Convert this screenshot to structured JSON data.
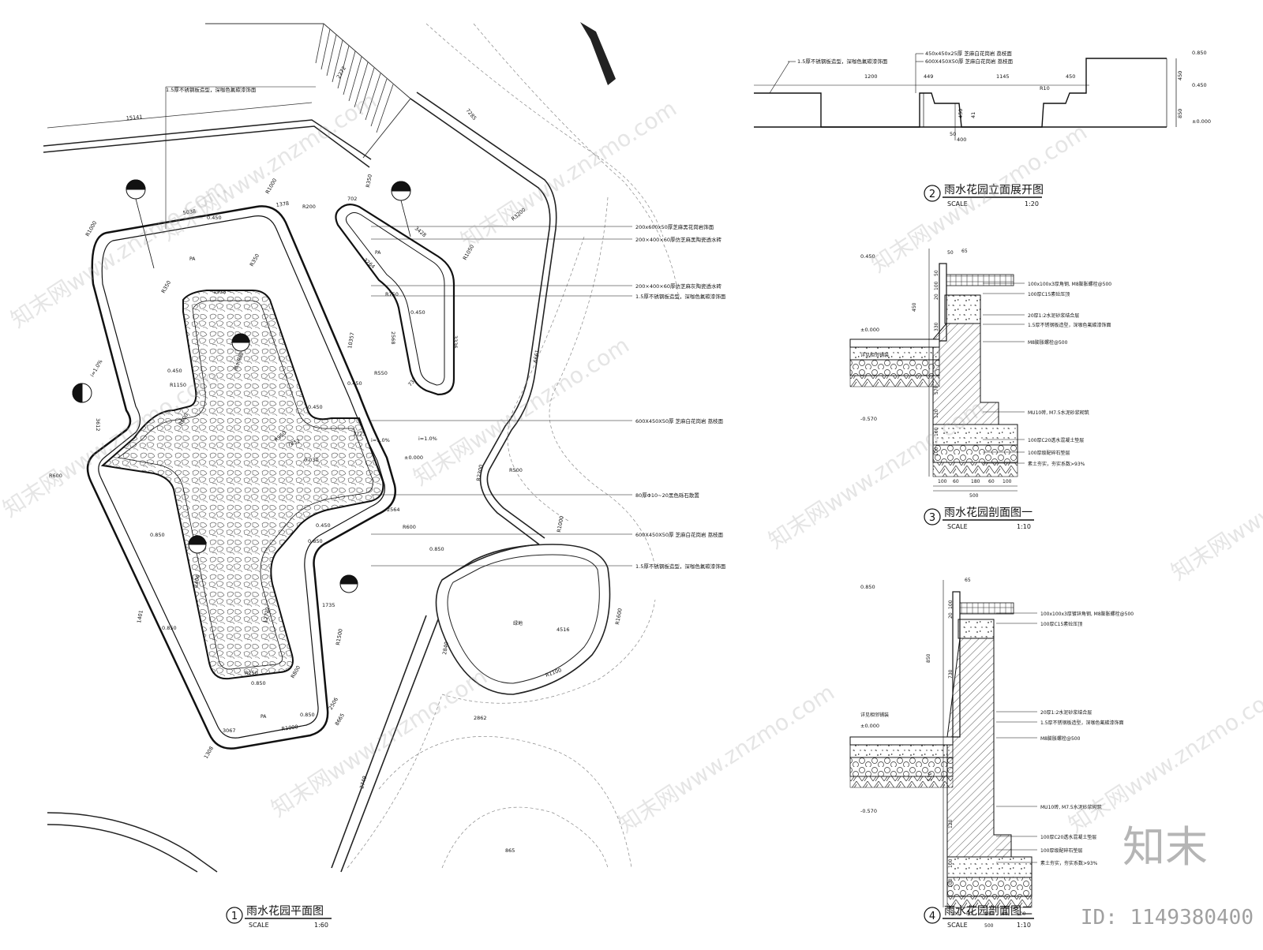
{
  "plan": {
    "title": "雨水花园平面图",
    "number": "1",
    "scale_label": "SCALE",
    "scale": "1:60",
    "notes": [
      "1.5厚不锈钢板造型，深咖色氟碳漆饰面",
      "200x600x50厚芝麻黑花岗岩饰面",
      "200×400×60厚仿芝麻黑陶瓷透水砖",
      "200×400×60厚仿芝麻灰陶瓷透水砖",
      "1.5厚不锈钢板造型，深咖色氟碳漆饰面",
      "600X450X50厚 芝麻白花岗岩 荔枝面",
      "80厚Φ10~20黑色砾石散置",
      "600X450X50厚 芝麻白花岗岩 荔枝面",
      "1.5厚不锈钢板造型，深咖色氟碳漆饰面"
    ],
    "dims": [
      "15141",
      "2272",
      "7285",
      "5038",
      "1378",
      "R1000",
      "R1000",
      "702",
      "R350",
      "R200",
      "3428",
      "3264",
      "R1050",
      "R3200",
      "1938",
      "R350",
      "R350",
      "R750",
      "2568",
      "3336",
      "R550",
      "737",
      "6661",
      "10357",
      "3612",
      "R600",
      "R600",
      "R950",
      "R1150",
      "R500",
      "R2300",
      "2564",
      "R600",
      "R1000",
      "4516",
      "R1600",
      "2840",
      "1735",
      "R1500",
      "2506",
      "R1100",
      "2862",
      "2749",
      "8665",
      "R1000",
      "3067",
      "1308",
      "R800",
      "R250",
      "1401",
      "12722",
      "2406",
      "7852",
      "1723",
      "865"
    ],
    "elevations": [
      "0.450",
      "0.450",
      "0.450",
      "0.450",
      "0.450",
      "0.030",
      "±0.000",
      "0.850",
      "0.850",
      "0.450",
      "0.850",
      "0.850",
      "0.850",
      "0.850"
    ],
    "slopes": [
      "i=1.0%",
      "i=1.0%",
      "i=1.0%"
    ],
    "area_labels": [
      "PA",
      "PA",
      "PA",
      "雨水花园",
      "绿地"
    ]
  },
  "elevation_view": {
    "title": "雨水花园立面展开图",
    "number": "2",
    "scale_label": "SCALE",
    "scale": "1:20",
    "notes": [
      "450x450x25厚 芝麻白花岗岩 荔枝面",
      "1.5厚不锈钢板造型，深咖色氟碳漆饰面",
      "600X450X50厚 芝麻白花岗岩 荔枝面"
    ],
    "dims": [
      "1200",
      "449",
      "1145",
      "450",
      "R10",
      "450",
      "41",
      "50",
      "400",
      "450",
      "850"
    ],
    "levels": [
      "0.850",
      "0.450",
      "±0.000"
    ]
  },
  "section1": {
    "title": "雨水花园剖面图一",
    "number": "3",
    "scale_label": "SCALE",
    "scale": "1:10",
    "level_labels": [
      "0.450",
      "±0.000",
      "-0.570"
    ],
    "notes": [
      "详见相邻铺装",
      "100x100x3厚角钢, M8膨胀螺栓@500",
      "100厚C15素砼压顶",
      "20厚1:2水泥砂浆结合层",
      "1.5厚不锈钢板造型，深咖色氟碳漆饰面",
      "M8膨胀螺栓@500",
      "MU10砖, M7.5水泥砂浆砌筑",
      "100厚C20透水混凝土垫层",
      "100厚级配碎石垫层",
      "素土夯实，夯实系数>93%"
    ],
    "vdims": [
      "50",
      "100",
      "20",
      "450",
      "330",
      "570",
      "120",
      "100",
      "100"
    ],
    "hdims": [
      "100",
      "60",
      "180",
      "60",
      "100",
      "500",
      "50",
      "65"
    ]
  },
  "section2": {
    "title": "雨水花园剖面图二",
    "number": "4",
    "scale_label": "SCALE",
    "scale": "1:10",
    "level_labels": [
      "0.850",
      "±0.000",
      "-0.570"
    ],
    "notes": [
      "100x100x3厚镀锌角钢, M8膨胀螺栓@500",
      "100厚C15素砼压顶",
      "详见相邻铺装",
      "20厚1:2水泥砂浆结合层",
      "1.5厚不锈钢板造型，深咖色氟碳漆饰面",
      "M8膨胀螺栓@500",
      "MU10砖, M7.5水泥砂浆砌筑",
      "100厚C20透水混凝土垫层",
      "100厚级配碎石垫层",
      "素土夯实，夯实系数>93%"
    ],
    "vdims": [
      "100",
      "20",
      "730",
      "850",
      "570",
      "120",
      "100",
      "100"
    ],
    "hdims": [
      "100",
      "60",
      "180",
      "60",
      "100",
      "500",
      "65"
    ]
  },
  "watermark_text": "知末网www.znzmo.com",
  "brand": "知末",
  "id_text": "ID: 1149380400"
}
